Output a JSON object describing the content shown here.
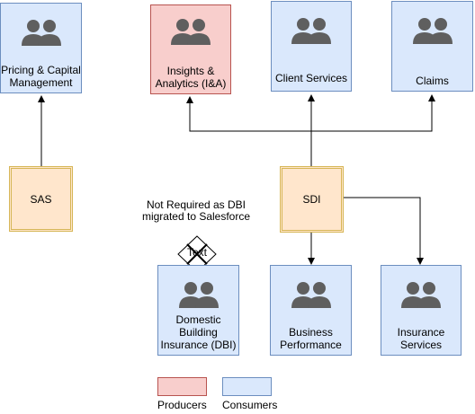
{
  "nodes": {
    "pricing": "Pricing & Capital Management",
    "insights": "Insights & Analytics (I&A)",
    "client_services": "Client Services",
    "claims": "Claims",
    "sas": "SAS",
    "sdi": "SDI",
    "dbi": "Domestic Building Insurance (DBI)",
    "business_performance": "Business Performance",
    "insurance_services": "Insurance Services"
  },
  "note": {
    "text": "Not Required as DBI migrated to Salesforce",
    "decision_label": "Text"
  },
  "legend": {
    "producers": "Producers",
    "consumers": "Consumers"
  },
  "colors": {
    "consumer_fill": "#dae8fc",
    "consumer_stroke": "#6c8ebf",
    "producer_fill": "#f8cecc",
    "producer_stroke": "#b85450",
    "source_fill": "#ffe6cc",
    "source_stroke": "#d6b656",
    "icon": "#5f5f5f"
  }
}
